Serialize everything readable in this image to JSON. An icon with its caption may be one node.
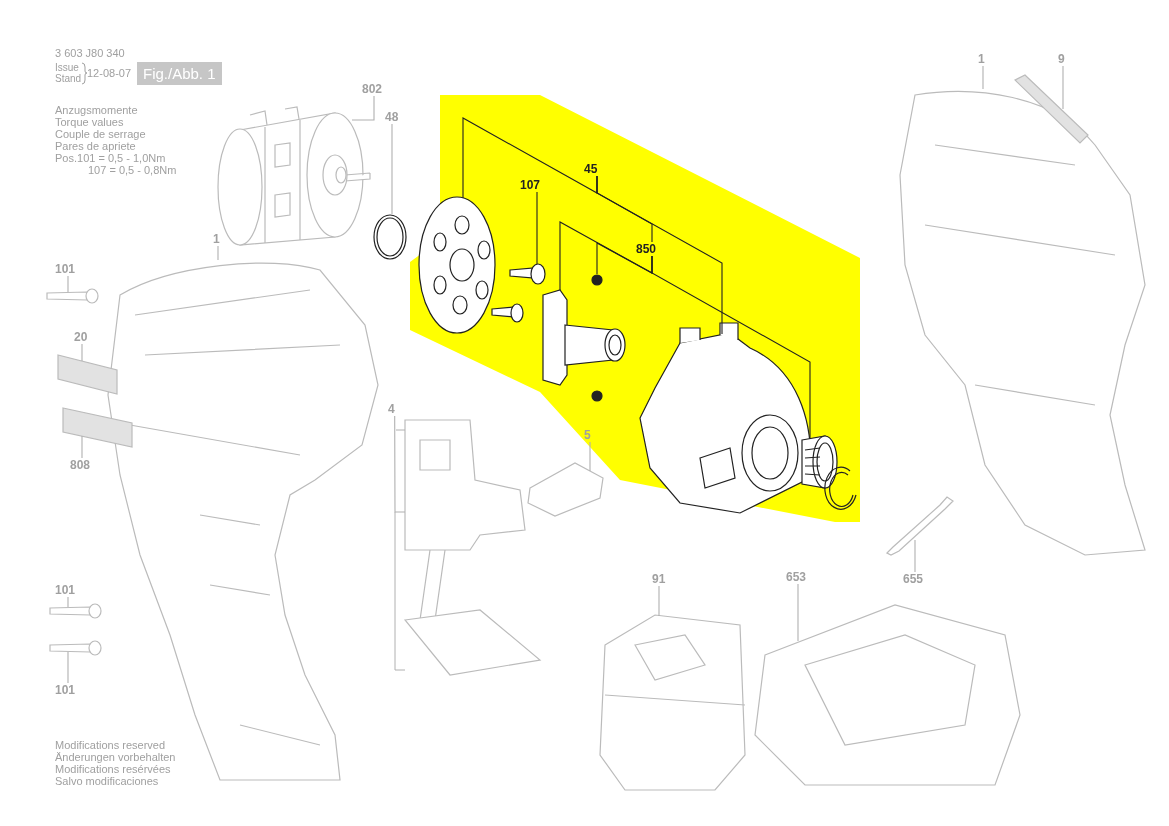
{
  "diagram": {
    "nodes": [
      {
        "text": [
          "1"
        ]
      },
      {
        "text": [
          "101"
        ]
      },
      {
        "text": [
          "20"
        ]
      },
      {
        "text": [
          "808"
        ]
      },
      {
        "text": [
          "101"
        ]
      },
      {
        "text": [
          "101"
        ]
      },
      {
        "text": [
          "802"
        ]
      },
      {
        "text": [
          "48"
        ]
      },
      {
        "text": [
          "107"
        ]
      },
      {
        "text": [
          "45"
        ]
      },
      {
        "text": [
          "850"
        ]
      },
      {
        "text": [
          "4"
        ]
      },
      {
        "text": [
          "5"
        ]
      },
      {
        "text": [
          "1"
        ]
      },
      {
        "text": [
          "9"
        ]
      },
      {
        "text": [
          "655"
        ]
      },
      {
        "text": [
          "91"
        ]
      },
      {
        "text": [
          "653"
        ]
      },
      {
        "text": [],
        "shape": "picture"
      },
      {
        "text": [],
        "shape": "picture"
      },
      {
        "text": [],
        "shape": "box"
      },
      {
        "text": [],
        "shape": "box"
      },
      {
        "text": [],
        "shape": "picture"
      },
      {
        "text": [],
        "shape": "picture"
      },
      {
        "text": [],
        "shape": "picture"
      },
      {
        "text": [],
        "shape": "picture"
      },
      {
        "text": [],
        "shape": "picture"
      },
      {
        "text": [],
        "shape": "picture"
      },
      {
        "text": [],
        "shape": "picture"
      },
      {
        "text": [],
        "shape": "circle"
      },
      {
        "text": [],
        "shape": "picture"
      },
      {
        "text": [],
        "shape": "picture"
      },
      {
        "text": [],
        "shape": "picture"
      },
      {
        "text": [],
        "shape": "picture"
      },
      {
        "text": [],
        "shape": "picture"
      },
      {
        "text": [],
        "shape": "box"
      },
      {
        "text": [],
        "shape": "picture"
      },
      {
        "text": [],
        "shape": "picture"
      },
      {
        "text": [],
        "shape": "picture"
      }
    ],
    "edges": [
      {
        "from": 0,
        "to": 18,
        "arrow": "none"
      },
      {
        "from": 1,
        "to": 19,
        "arrow": "none"
      },
      {
        "from": 2,
        "to": 20,
        "arrow": "none"
      },
      {
        "from": 3,
        "to": 21,
        "arrow": "none"
      },
      {
        "from": 4,
        "to": 22,
        "arrow": "none"
      },
      {
        "from": 5,
        "to": 23,
        "arrow": "none"
      },
      {
        "from": 6,
        "to": 24,
        "arrow": "none"
      },
      {
        "from": 7,
        "to": 25,
        "arrow": "none"
      },
      {
        "from": 8,
        "to": 27,
        "arrow": "none",
        "color": "#222222"
      },
      {
        "from": 9,
        "to": 26,
        "arrow": "none",
        "color": "#222222"
      },
      {
        "from": 9,
        "to": 30,
        "arrow": "none",
        "color": "#222222"
      },
      {
        "from": 9,
        "to": 10,
        "arrow": "none",
        "color": "#222222"
      },
      {
        "from": 10,
        "to": 28,
        "arrow": "none",
        "color": "#222222"
      },
      {
        "from": 10,
        "to": 29,
        "arrow": "none",
        "color": "#222222"
      },
      {
        "from": 10,
        "to": 31,
        "arrow": "none",
        "color": "#222222"
      },
      {
        "from": 11,
        "to": 32,
        "arrow": "none"
      },
      {
        "from": 12,
        "to": 33,
        "arrow": "none"
      },
      {
        "from": 13,
        "to": 34,
        "arrow": "none"
      },
      {
        "from": 14,
        "to": 35,
        "arrow": "none"
      },
      {
        "from": 15,
        "to": 36,
        "arrow": "none"
      },
      {
        "from": 16,
        "to": 37,
        "arrow": "none"
      },
      {
        "from": 17,
        "to": 38,
        "arrow": "none"
      }
    ],
    "labels": [
      "3 603 J80 340",
      "Issue",
      "Stand",
      "12-08-07",
      "Fig./Abb. 1",
      "Anzugsmomente",
      "Torque values",
      "Couple de serrage",
      "Pares de apriete",
      "Pos.101 = 0,5 - 1,0Nm",
      "107 = 0,5 - 0,8Nm",
      "Modifications reserved",
      "Änderungen vorbehalten",
      "Modifications resérvées",
      "Salvo modificaciones"
    ]
  }
}
